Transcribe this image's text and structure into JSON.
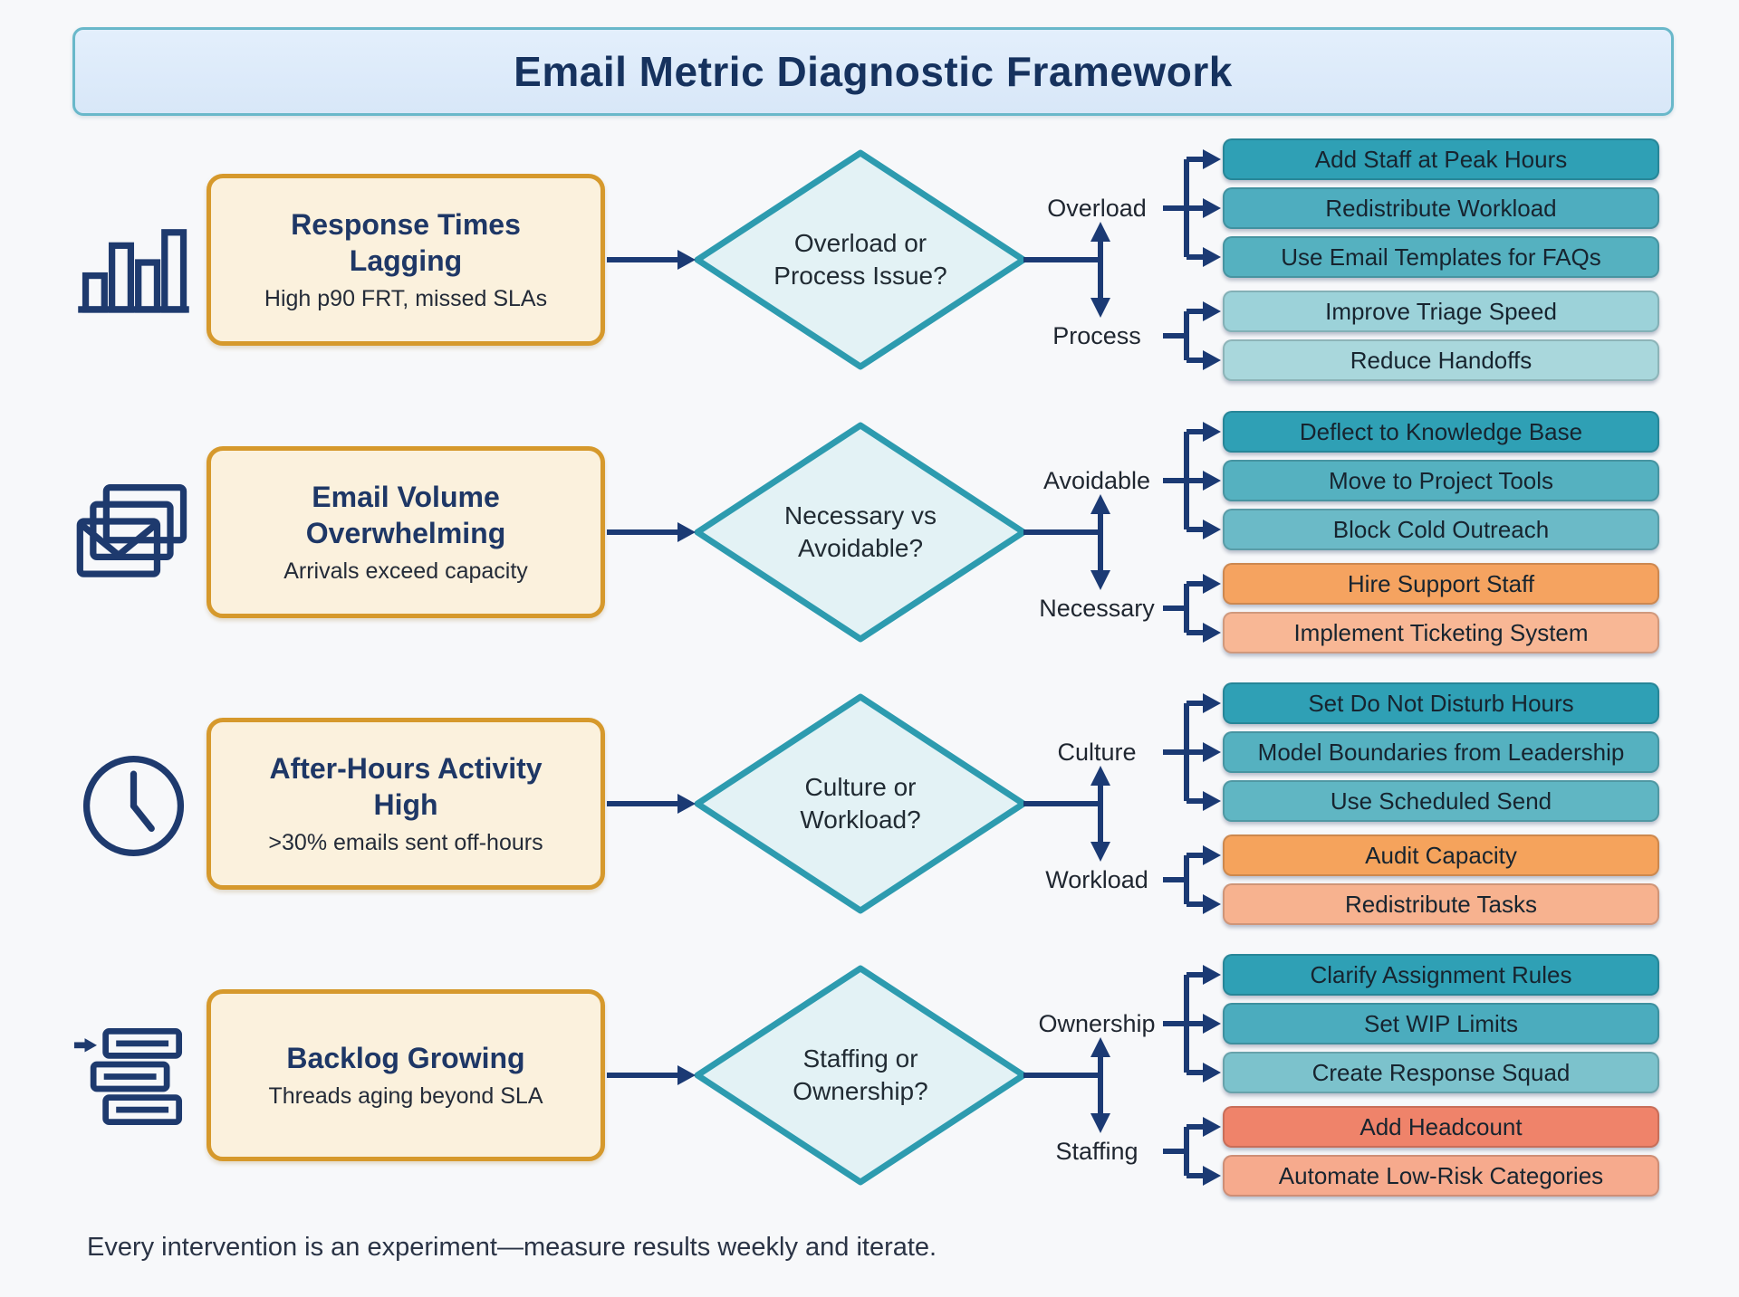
{
  "title": "Email Metric Diagnostic Framework",
  "footer": "Every intervention is an experiment—measure results weekly and iterate.",
  "colors": {
    "background": "#f7f8fa",
    "banner_fill": "#dce9f9",
    "banner_border": "#69b8ca",
    "problem_fill": "#fbf1dd",
    "problem_border": "#d6992c",
    "diamond_fill": "#e3f2f5",
    "diamond_border": "#2d9baf",
    "connector": "#1b3a74",
    "icon": "#1e3a6e"
  },
  "rows": [
    {
      "icon": "bar-chart-icon",
      "problem": {
        "title": "Response Times Lagging",
        "subtitle": "High p90 FRT, missed SLAs"
      },
      "decision": {
        "line1": "Overload or",
        "line2": "Process Issue?"
      },
      "branch_a": {
        "label": "Overload",
        "actions": [
          {
            "label": "Add Staff at Peak Hours",
            "color": "#2fa0b5"
          },
          {
            "label": "Redistribute Workload",
            "color": "#4eadbf"
          },
          {
            "label": "Use Email Templates for FAQs",
            "color": "#55b1c0"
          }
        ]
      },
      "branch_b": {
        "label": "Process",
        "actions": [
          {
            "label": "Improve Triage Speed",
            "color": "#9cd2d9"
          },
          {
            "label": "Reduce Handoffs",
            "color": "#a9d7dc"
          }
        ]
      }
    },
    {
      "icon": "envelopes-icon",
      "problem": {
        "title": "Email Volume Overwhelming",
        "subtitle": "Arrivals exceed capacity"
      },
      "decision": {
        "line1": "Necessary vs",
        "line2": "Avoidable?"
      },
      "branch_a": {
        "label": "Avoidable",
        "actions": [
          {
            "label": "Deflect to Knowledge Base",
            "color": "#2fa0b5"
          },
          {
            "label": "Move to Project Tools",
            "color": "#55b1c0"
          },
          {
            "label": "Block Cold Outreach",
            "color": "#6bbac7"
          }
        ]
      },
      "branch_b": {
        "label": "Necessary",
        "actions": [
          {
            "label": "Hire Support Staff",
            "color": "#f5a360"
          },
          {
            "label": "Implement Ticketing System",
            "color": "#f8b795"
          }
        ]
      }
    },
    {
      "icon": "clock-icon",
      "problem": {
        "title": "After-Hours Activity High",
        "subtitle": ">30% emails sent off-hours"
      },
      "decision": {
        "line1": "Culture or",
        "line2": "Workload?"
      },
      "branch_a": {
        "label": "Culture",
        "actions": [
          {
            "label": "Set Do Not Disturb Hours",
            "color": "#2fa0b5"
          },
          {
            "label": "Model Boundaries from Leadership",
            "color": "#55b1c0"
          },
          {
            "label": "Use Scheduled Send",
            "color": "#60b6c3"
          }
        ]
      },
      "branch_b": {
        "label": "Workload",
        "actions": [
          {
            "label": "Audit Capacity",
            "color": "#f5a35c"
          },
          {
            "label": "Redistribute Tasks",
            "color": "#f7b28f"
          }
        ]
      }
    },
    {
      "icon": "backlog-icon",
      "problem": {
        "title": "Backlog Growing",
        "subtitle": "Threads aging beyond SLA"
      },
      "decision": {
        "line1": "Staffing or",
        "line2": "Ownership?"
      },
      "branch_a": {
        "label": "Ownership",
        "actions": [
          {
            "label": "Clarify Assignment Rules",
            "color": "#2fa0b5"
          },
          {
            "label": "Set WIP Limits",
            "color": "#4bacbe"
          },
          {
            "label": "Create Response Squad",
            "color": "#7cc2cc"
          }
        ]
      },
      "branch_b": {
        "label": "Staffing",
        "actions": [
          {
            "label": "Add Headcount",
            "color": "#ef836a"
          },
          {
            "label": "Automate Low-Risk Categories",
            "color": "#f6aa8d"
          }
        ]
      }
    }
  ]
}
